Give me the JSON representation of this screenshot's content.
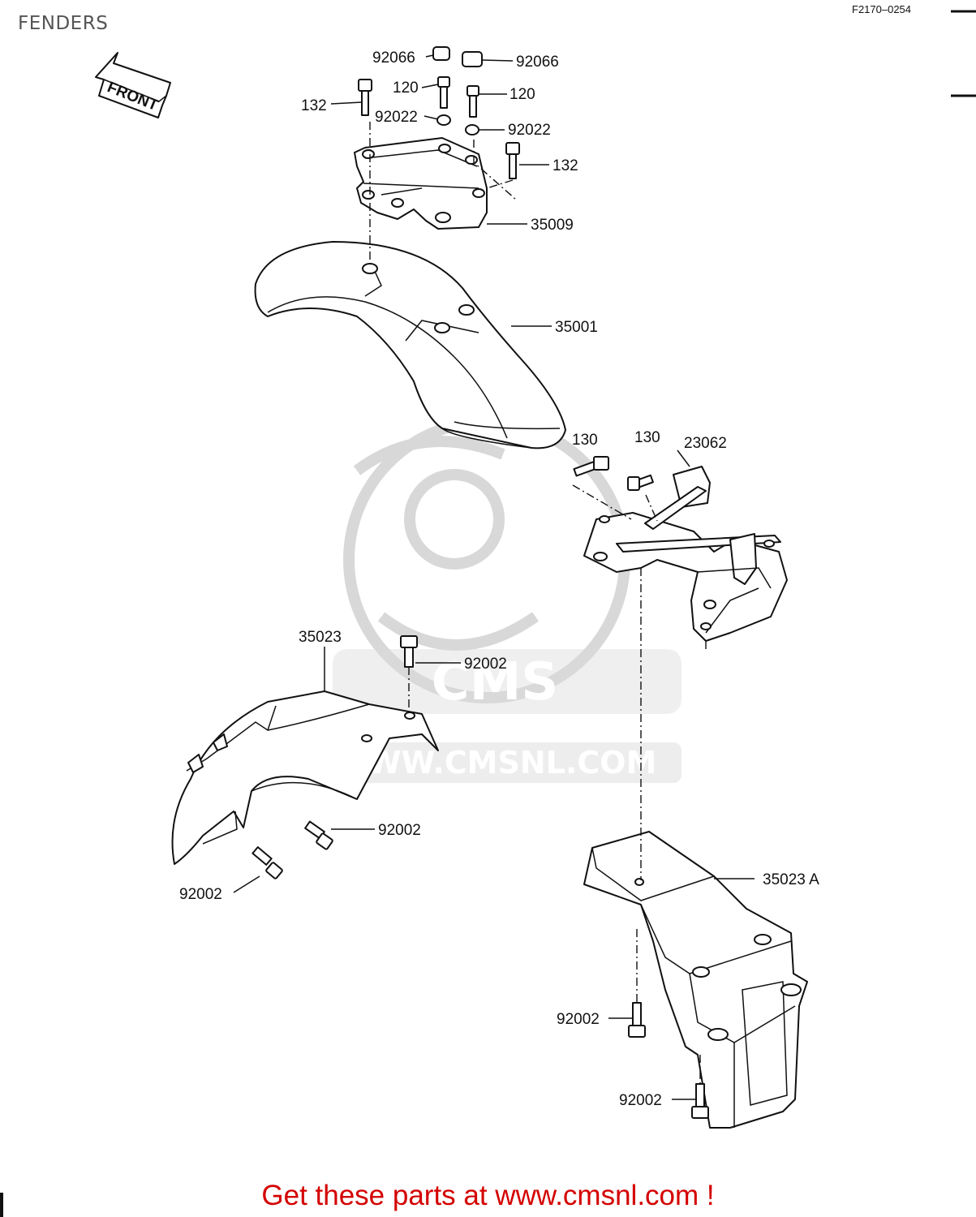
{
  "title": "FENDERS",
  "diagram_code": "F2170–0254",
  "front_label": "FRONT",
  "watermark": {
    "brand": "CMS",
    "url": "WWW.CMSNL.COM"
  },
  "footer_text": "Get these parts at www.cmsnl.com !",
  "colors": {
    "footer": "#d40000",
    "title": "#555555",
    "line": "#111111",
    "watermark": "#dcdcdc"
  },
  "callouts": [
    {
      "part": "92066"
    },
    {
      "part": "92066"
    },
    {
      "part": "120"
    },
    {
      "part": "120"
    },
    {
      "part": "132"
    },
    {
      "part": "92022"
    },
    {
      "part": "92022"
    },
    {
      "part": "132"
    },
    {
      "part": "35009"
    },
    {
      "part": "35001"
    },
    {
      "part": "130"
    },
    {
      "part": "130"
    },
    {
      "part": "23062"
    },
    {
      "part": "35023"
    },
    {
      "part": "92002"
    },
    {
      "part": "92002"
    },
    {
      "part": "92002"
    },
    {
      "part": "35023 A"
    },
    {
      "part": "92002"
    },
    {
      "part": "92002"
    }
  ]
}
